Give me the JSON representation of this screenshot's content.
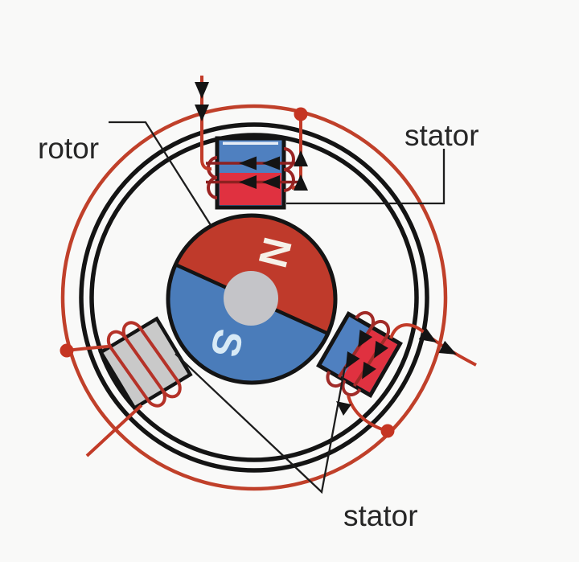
{
  "diagram": {
    "type": "brushless-dc-motor-cross-section",
    "labels": {
      "rotor": "rotor",
      "stator_top": "stator",
      "stator_bottom": "stator"
    },
    "rotor_poles": {
      "north": "N",
      "south": "S"
    },
    "colors": {
      "wire_red": "#c23b28",
      "coil_winding_red": "#9b2423",
      "magnet_red": "#bf3a2b",
      "magnet_blue": "#4a7cba",
      "coil_blue": "#4f80c0",
      "coil_red": "#e03140",
      "coil_core_gray": "#c9c9c9",
      "shaft_gray": "#c4c4c8",
      "outline_black": "#141414",
      "background": "#f9f9f8"
    }
  }
}
